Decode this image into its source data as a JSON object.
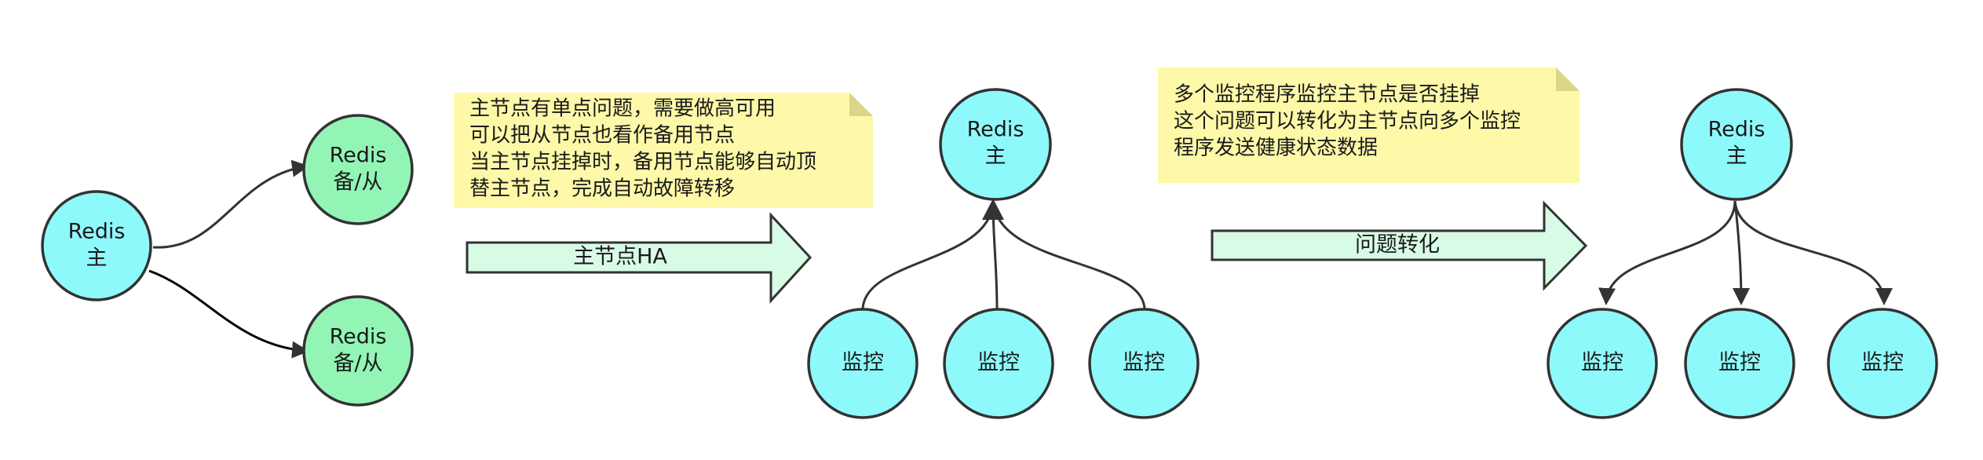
{
  "colors": {
    "master_fill": "#8ef9fb",
    "replica_fill": "#92f5b6",
    "note_fill": "#fdf9a9",
    "note_fold": "#d9d68a",
    "arrow_fill": "#d8fbe6",
    "stroke": "#333333"
  },
  "left": {
    "master": {
      "line1": "Redis",
      "line2": "主"
    },
    "replica_top": {
      "line1": "Redis",
      "line2": "备/从"
    },
    "replica_bottom": {
      "line1": "Redis",
      "line2": "备/从"
    }
  },
  "note1": {
    "lines": [
      "主节点有单点问题，需要做高可用",
      "可以把从节点也看作备用节点",
      "当主节点挂掉时，备用节点能够自动顶",
      "替主节点，完成自动故障转移"
    ]
  },
  "arrow1": {
    "label": "主节点HA"
  },
  "middle": {
    "master": {
      "line1": "Redis",
      "line2": "主"
    },
    "monitors": [
      "监控",
      "监控",
      "监控"
    ]
  },
  "note2": {
    "lines": [
      "多个监控程序监控主节点是否挂掉",
      "这个问题可以转化为主节点向多个监控",
      "程序发送健康状态数据"
    ]
  },
  "arrow2": {
    "label": "问题转化"
  },
  "right": {
    "master": {
      "line1": "Redis",
      "line2": "主"
    },
    "monitors": [
      "监控",
      "监控",
      "监控"
    ]
  }
}
